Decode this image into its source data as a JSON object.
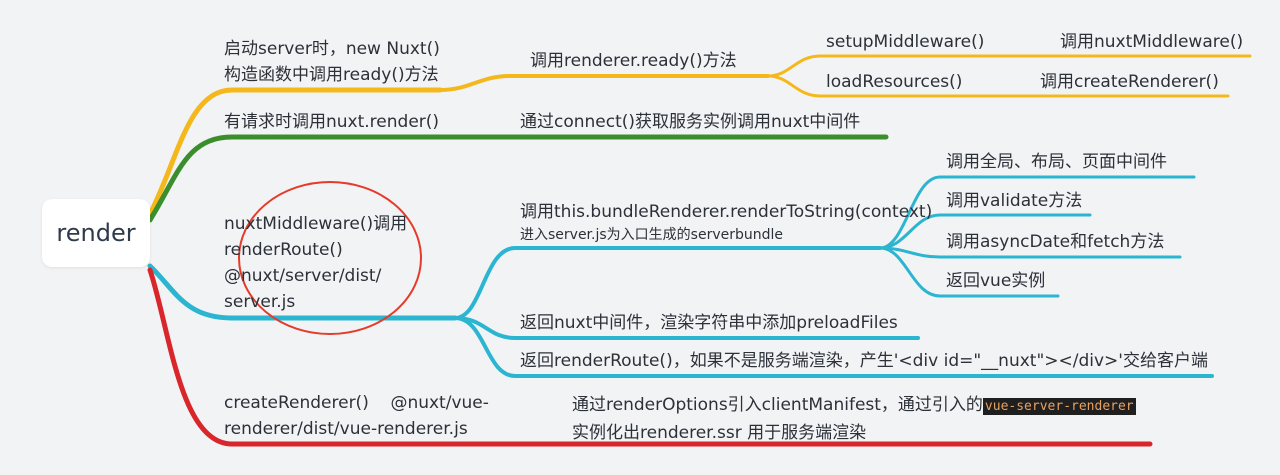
{
  "root": {
    "label": "render"
  },
  "branches": [
    {
      "color": "#f5b81c",
      "text": [
        "启动server时，new Nuxt()",
        "构造函数中调用ready()方法"
      ],
      "child": "调用renderer.ready()方法",
      "leaves": [
        {
          "text": "setupMiddleware()",
          "detail": "调用nuxtMiddleware()"
        },
        {
          "text": "loadResources()",
          "detail": "调用createRenderer()"
        }
      ]
    },
    {
      "color": "#3a8f2c",
      "text": [
        "有请求时调用nuxt.render()"
      ],
      "child": "通过connect()获取服务实例调用nuxt中间件"
    },
    {
      "color": "#2bb5d0",
      "text": [
        "nuxtMiddleware()调用",
        "renderRoute()",
        "@nuxt/server/dist/",
        "server.js"
      ],
      "children": [
        {
          "text": [
            "调用this.bundleRenderer.renderToString(context)",
            "进入server.js为入口生成的serverbundle"
          ],
          "leaves": [
            "调用全局、布局、页面中间件",
            "调用validate方法",
            "调用asyncDate和fetch方法",
            "返回vue实例"
          ]
        },
        {
          "text": "返回nuxt中间件，渲染字符串中添加preloadFiles"
        },
        {
          "text": "返回renderRoute()，如果不是服务端渲染，产生'<div id=\"__nuxt\"></div>'交给客户端"
        }
      ],
      "annotation_color": "#e53b2a"
    },
    {
      "color": "#d9262b",
      "text": [
        "createRenderer()    @nuxt/vue-",
        "renderer/dist/vue-renderer.js"
      ],
      "child": {
        "line1": "通过renderOptions引入clientManifest，通过引入的",
        "code": "vue-server-renderer",
        "line2": "实例化出renderer.ssr 用于服务端渲染"
      }
    }
  ]
}
